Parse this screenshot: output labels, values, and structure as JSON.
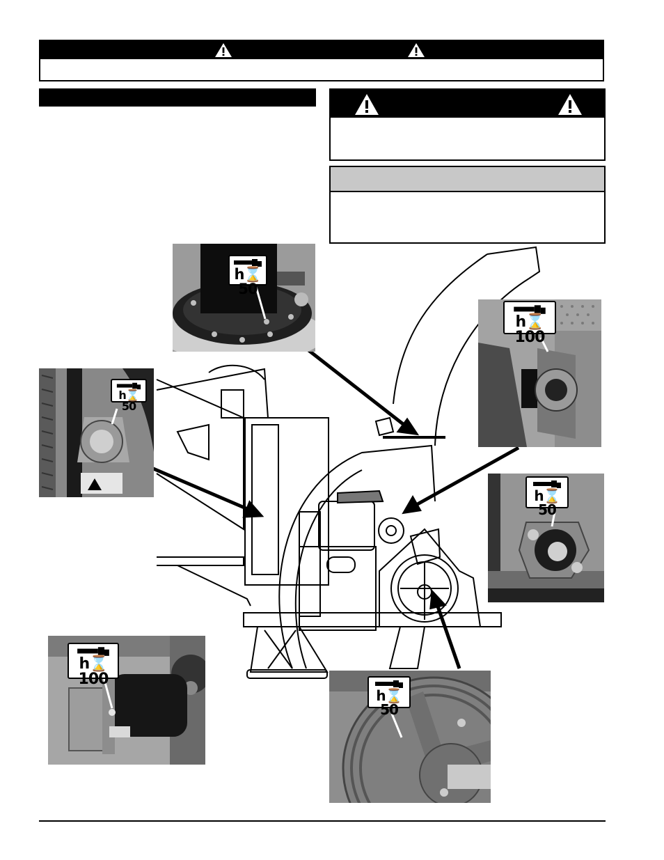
{
  "lube_points": {
    "top_center": "h⌛50",
    "left_bearing": "h⌛50",
    "right_top": "h⌛100",
    "right_middle": "h⌛50",
    "bottom_left": "h⌛100",
    "bottom_center": "h⌛50"
  },
  "icons": {
    "warning": "warning-triangle-icon",
    "grease_gun": "grease-gun-icon"
  },
  "colors": {
    "banner": "#000000",
    "notice_header": "#c8c8c8",
    "photo_gray": "#8a8a8a"
  }
}
